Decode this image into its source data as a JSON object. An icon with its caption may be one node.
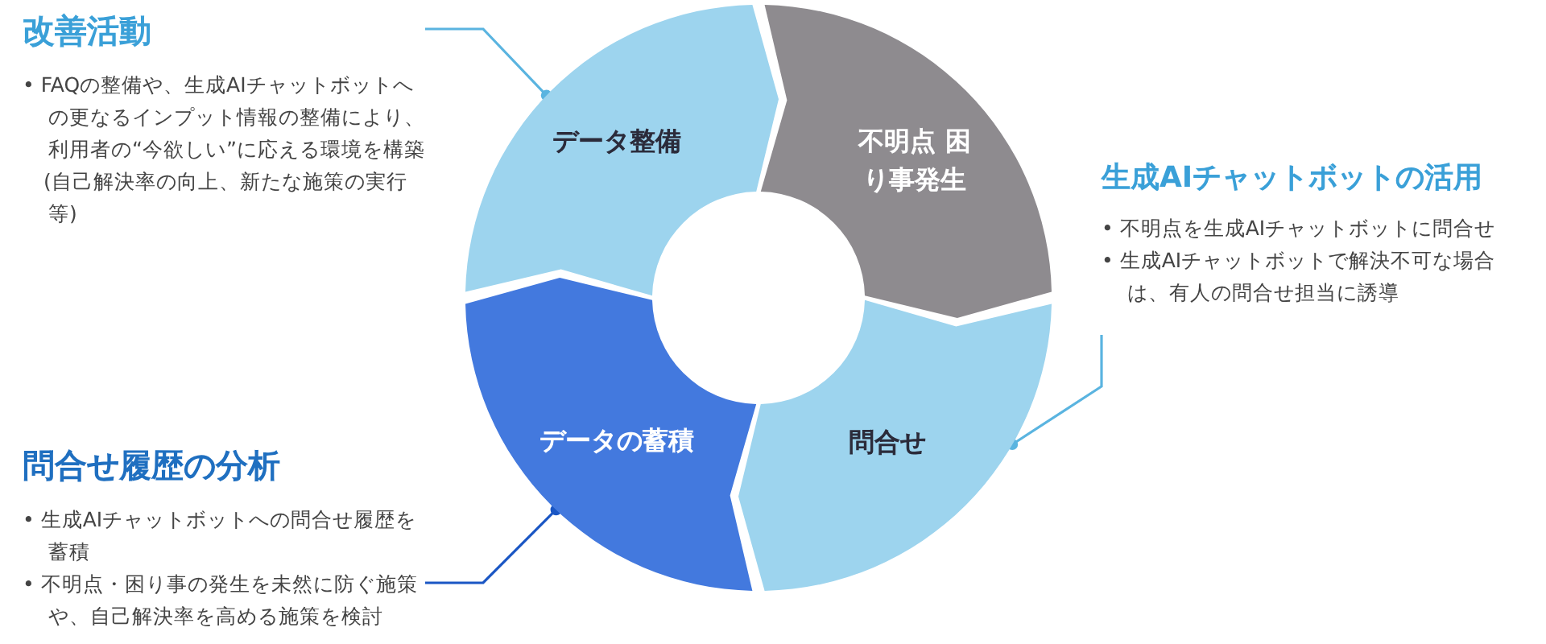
{
  "diagram": {
    "nodes": [
      {
        "text": [
          "改善活動",
          "• FAQの整備や、生成AIチャットボットへの更なるインプット情報の整備により、利用者の“今欲しい”に応える環境を構築",
          "(自己解決率の向上、新たな施策の実行等)"
        ]
      },
      {
        "text": [
          "データ整備"
        ]
      },
      {
        "text": [
          "不明点 困り事発生"
        ]
      },
      {
        "text": [
          "生成AIチャットボットの活用",
          "• 不明点を生成AIチャットボットに問合せ",
          "• 生成AIチャットボットで解決不可な場合は、有人の問合せ担当に誘導"
        ]
      },
      {
        "text": [
          "問合せ"
        ]
      },
      {
        "text": [
          "問合せ履歴の分析",
          "• 生成AIチャットボットへの問合せ履歴を蓄積",
          "• 不明点・困り事の発生を未然に防ぐ施策や、自己解決率を高める施策を検討"
        ]
      },
      {
        "text": [
          "データの蓄積"
        ]
      }
    ],
    "edges": [
      {
        "from": 0,
        "to": 1,
        "arrow": "other"
      },
      {
        "from": 3,
        "to": 4,
        "arrow": "other"
      },
      {
        "from": 5,
        "to": 6,
        "arrow": "other",
        "color": "#1a56c4"
      }
    ]
  }
}
